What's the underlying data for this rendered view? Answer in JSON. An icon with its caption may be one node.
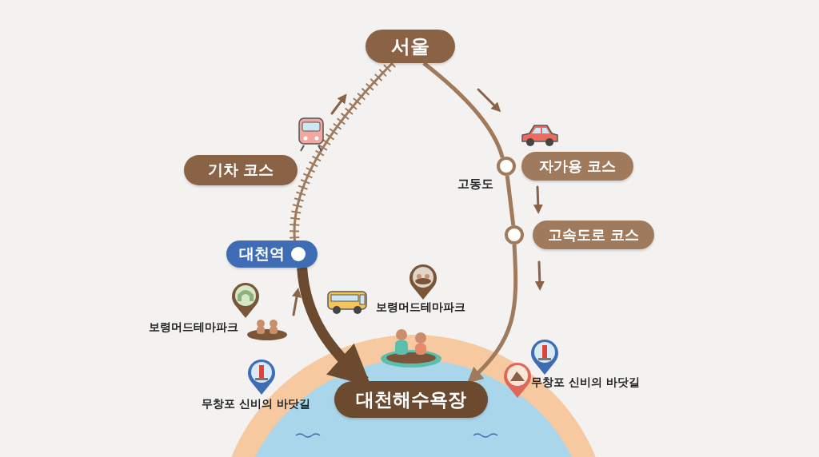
{
  "diagram": {
    "nodes": [
      {
        "text": [
          "서울"
        ]
      },
      {
        "text": [
          "기차 코스"
        ]
      },
      {
        "text": [
          "자가용 코스"
        ]
      },
      {
        "text": [
          "고속도로 코스"
        ]
      },
      {
        "text": [
          "대천역"
        ]
      },
      {
        "text": [
          "대천해수욕장"
        ]
      },
      {
        "text": [],
        "shape": "circle",
        "beside": [
          "고동도"
        ]
      },
      {
        "text": [],
        "shape": "circle"
      }
    ],
    "edges": [
      {
        "from": 0,
        "to": 4,
        "arrow": "none"
      },
      {
        "from": 4,
        "to": 5,
        "arrow": "to",
        "style": "thick",
        "color": "#6b4a30"
      },
      {
        "from": 0,
        "to": 6,
        "arrow": "none"
      },
      {
        "from": 6,
        "to": 7,
        "arrow": "none"
      },
      {
        "from": 7,
        "to": 5,
        "arrow": "to"
      }
    ],
    "labels": [
      "보령머드테마파크",
      "무창포 신비의 바닷길",
      "보령머드테마파크",
      "무창포 신비의 바닷길"
    ]
  }
}
